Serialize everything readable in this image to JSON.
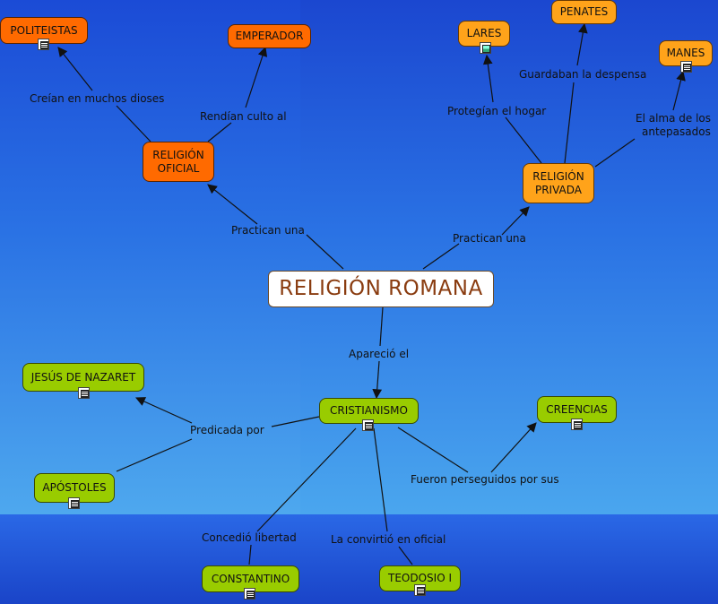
{
  "background": {
    "tl": "#1c4fd8",
    "tr": "#1e4ed6",
    "bl": "#4ea8ee",
    "br": "#4aa6ee",
    "band_top": "#2b69e6",
    "band_bottom": "#1b46c8"
  },
  "colors": {
    "link": "#111111",
    "node_orange_dark": "#ff6a00",
    "node_orange_light": "#ffa31a",
    "node_green": "#99cc00"
  },
  "nodes": {
    "root": "RELIGIÓN ROMANA",
    "religion_oficial": "RELIGIÓN\nOFICIAL",
    "religion_privada": "RELIGIÓN\nPRIVADA",
    "politeistas": "POLITEISTAS",
    "emperador": "EMPERADOR",
    "lares": "LARES",
    "penates": "PENATES",
    "manes": "MANES",
    "cristianismo": "CRISTIANISMO",
    "jesus": "JESÚS DE NAZARET",
    "apostoles": "APÓSTOLES",
    "creencias": "CREENCIAS",
    "constantino": "CONSTANTINO",
    "teodosio": "TEODOSIO I"
  },
  "links": {
    "practican_oficial": "Practican una",
    "practican_privada": "Practican una",
    "creian": "Creían en muchos dioses",
    "rendian": "Rendían culto al",
    "protegian": "Protegían el hogar",
    "guardaban": "Guardaban la despensa",
    "alma_1": "El alma de los",
    "alma_2": "antepasados",
    "aparecio": "Apareció el",
    "predicada": "Predicada  por",
    "perseguidos": "Fueron perseguidos por sus",
    "concedio": "Concedió libertad",
    "convirtio": "La convirtió en oficial"
  },
  "resource_icons": [
    "text-document-icon",
    "image-icon"
  ]
}
